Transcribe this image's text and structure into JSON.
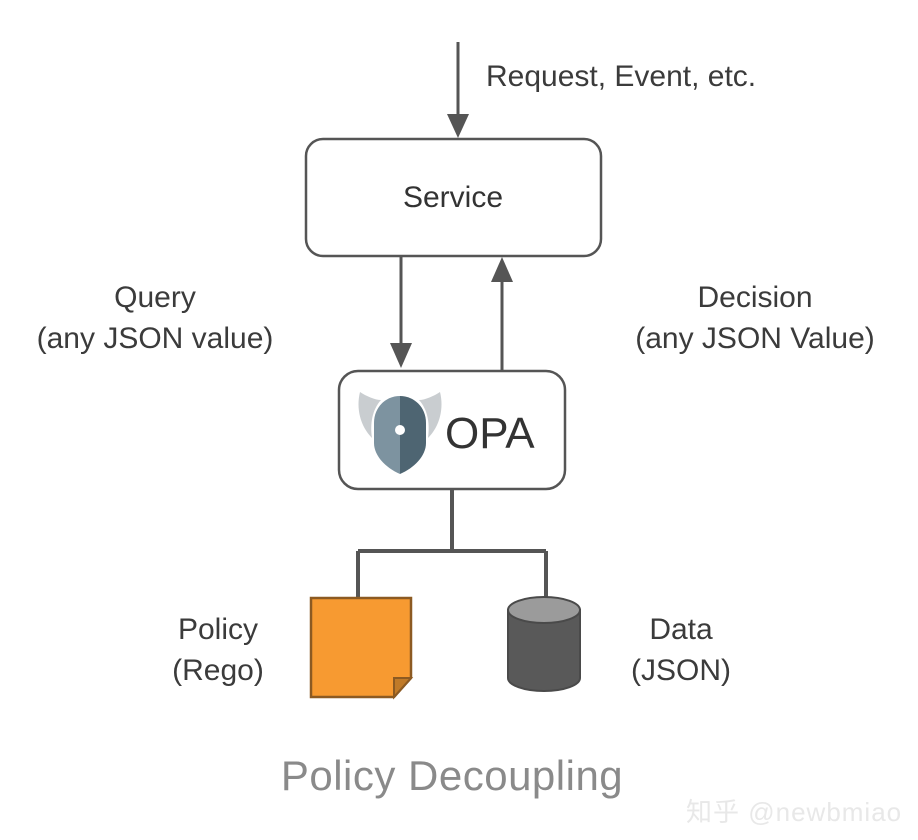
{
  "diagram": {
    "caption": "Policy Decoupling",
    "watermark": "知乎 @newbmiao",
    "colors": {
      "stroke": "#555555",
      "text": "#3b3b3b",
      "caption": "#8a8a8a",
      "policy_fill": "#F79A31",
      "policy_stroke": "#8C5A22",
      "policy_fold": "#C07A28",
      "data_fill": "#595959",
      "data_top": "#9b9b9b",
      "data_stroke": "#4a4a4a",
      "opa_helmet_left": "#7d93a0",
      "opa_helmet_right": "#4e6572",
      "opa_horn": "#c9cdd0",
      "watermark": "#e8e8e8",
      "background": "#ffffff"
    },
    "nodes": {
      "service": {
        "label": "Service"
      },
      "opa": {
        "label": "OPA",
        "logo": "opa-viking-helmet-logo"
      },
      "policy": {
        "label_line1": "Policy",
        "label_line2": "(Rego)"
      },
      "data": {
        "label_line1": "Data",
        "label_line2": "(JSON)"
      }
    },
    "edges": {
      "inbound": {
        "label": "Request, Event, etc."
      },
      "query": {
        "label_line1": "Query",
        "label_line2": "(any JSON value)"
      },
      "decision": {
        "label_line1": "Decision",
        "label_line2": "(any JSON Value)"
      }
    }
  }
}
